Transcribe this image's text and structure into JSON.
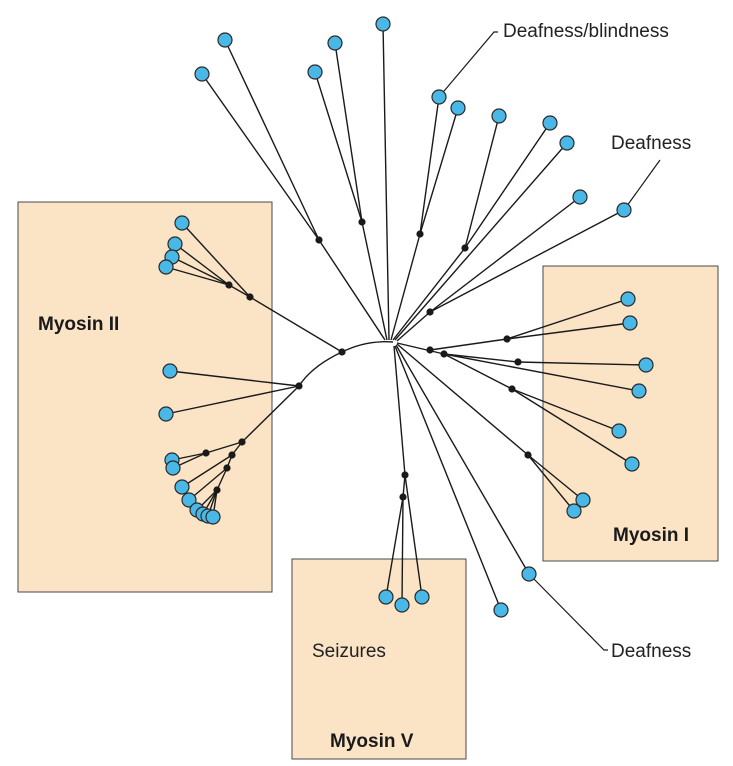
{
  "groups": {
    "myosin_ii": "Myosin II",
    "myosin_i": "Myosin I",
    "myosin_v": "Myosin V"
  },
  "annotations": {
    "deafness_blindness": "Deafness/blindness",
    "deafness_upper": "Deafness",
    "deafness_lower": "Deafness",
    "seizures": "Seizures"
  },
  "colors": {
    "box_fill": "#fbe3c6",
    "leaf_fill": "#4ab8e6",
    "line": "#1a1a1a"
  }
}
